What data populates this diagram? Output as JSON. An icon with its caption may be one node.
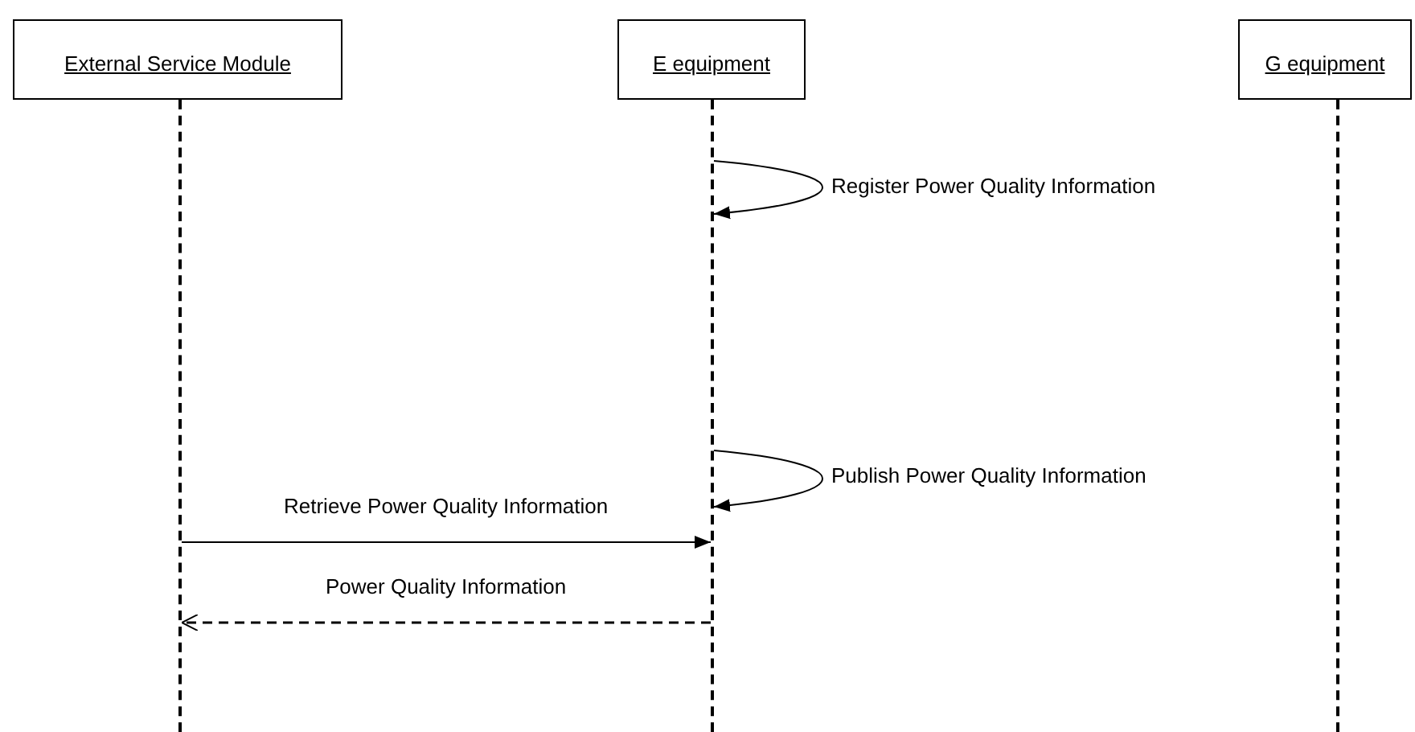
{
  "diagram": {
    "nodes": [
      {
        "text": [
          "External Service Module"
        ]
      },
      {
        "text": [
          "E equipment"
        ]
      },
      {
        "text": [
          "G equipment"
        ]
      },
      {
        "text": [],
        "shape": "line"
      },
      {
        "text": [],
        "shape": "line"
      },
      {
        "text": [],
        "shape": "line"
      }
    ],
    "edges": [
      {
        "from": 4,
        "to": 4,
        "arrow": "to",
        "label": "Register Power Quality Information"
      },
      {
        "from": 4,
        "to": 4,
        "arrow": "to",
        "label": "Publish Power Quality Information"
      },
      {
        "from": 3,
        "to": 4,
        "arrow": "to",
        "label": "Retrieve Power Quality Information"
      },
      {
        "from": 4,
        "to": 3,
        "arrow": "to",
        "label": "Power Quality Information",
        "style": "dashed"
      }
    ]
  }
}
